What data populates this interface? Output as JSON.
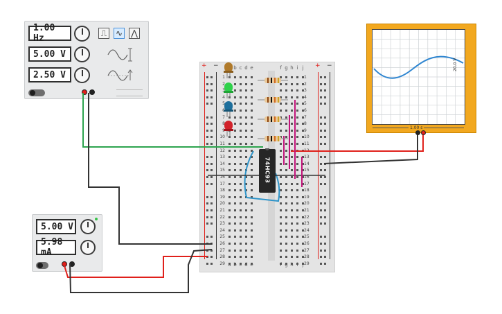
{
  "function_generator": {
    "frequency": "1.00 Hz",
    "amplitude": "5.00 V",
    "dc_offset": "2.50 V",
    "waveforms": [
      "square",
      "sine",
      "triangle"
    ],
    "selected_waveform": "sine",
    "amplitude_icon": "sine-amplitude-icon",
    "offset_icon": "sine-offset-icon"
  },
  "power_supply": {
    "voltage": "5.00 V",
    "current": "5.98 mA"
  },
  "breadboard": {
    "columns_left": [
      "a",
      "b",
      "c",
      "d",
      "e"
    ],
    "columns_right": [
      "f",
      "g",
      "h",
      "i",
      "j"
    ],
    "rows": [
      "1",
      "2",
      "3",
      "4",
      "5",
      "6",
      "7",
      "8",
      "9",
      "10",
      "11",
      "12",
      "13",
      "14",
      "15",
      "16",
      "17",
      "18",
      "19",
      "20",
      "21",
      "22",
      "23",
      "24",
      "25",
      "26",
      "27",
      "28",
      "29"
    ],
    "ic_label": "74HC93",
    "rail_plus": "+",
    "rail_minus": "−"
  },
  "oscilloscope": {
    "time_per_div": "1.00 s",
    "volts_per_div": "20.0 V"
  },
  "components": {
    "leds": [
      "orange-led",
      "green-led",
      "blue-led",
      "red-led"
    ],
    "resistor_count": 4
  },
  "colors": {
    "wire_green": "#2da44e",
    "wire_red": "#e0201b",
    "wire_black": "#333333",
    "wire_blue": "#2e94c9",
    "wire_magenta": "#c2137a",
    "scope_frame": "#f2a81f",
    "trace": "#2f86d1"
  }
}
